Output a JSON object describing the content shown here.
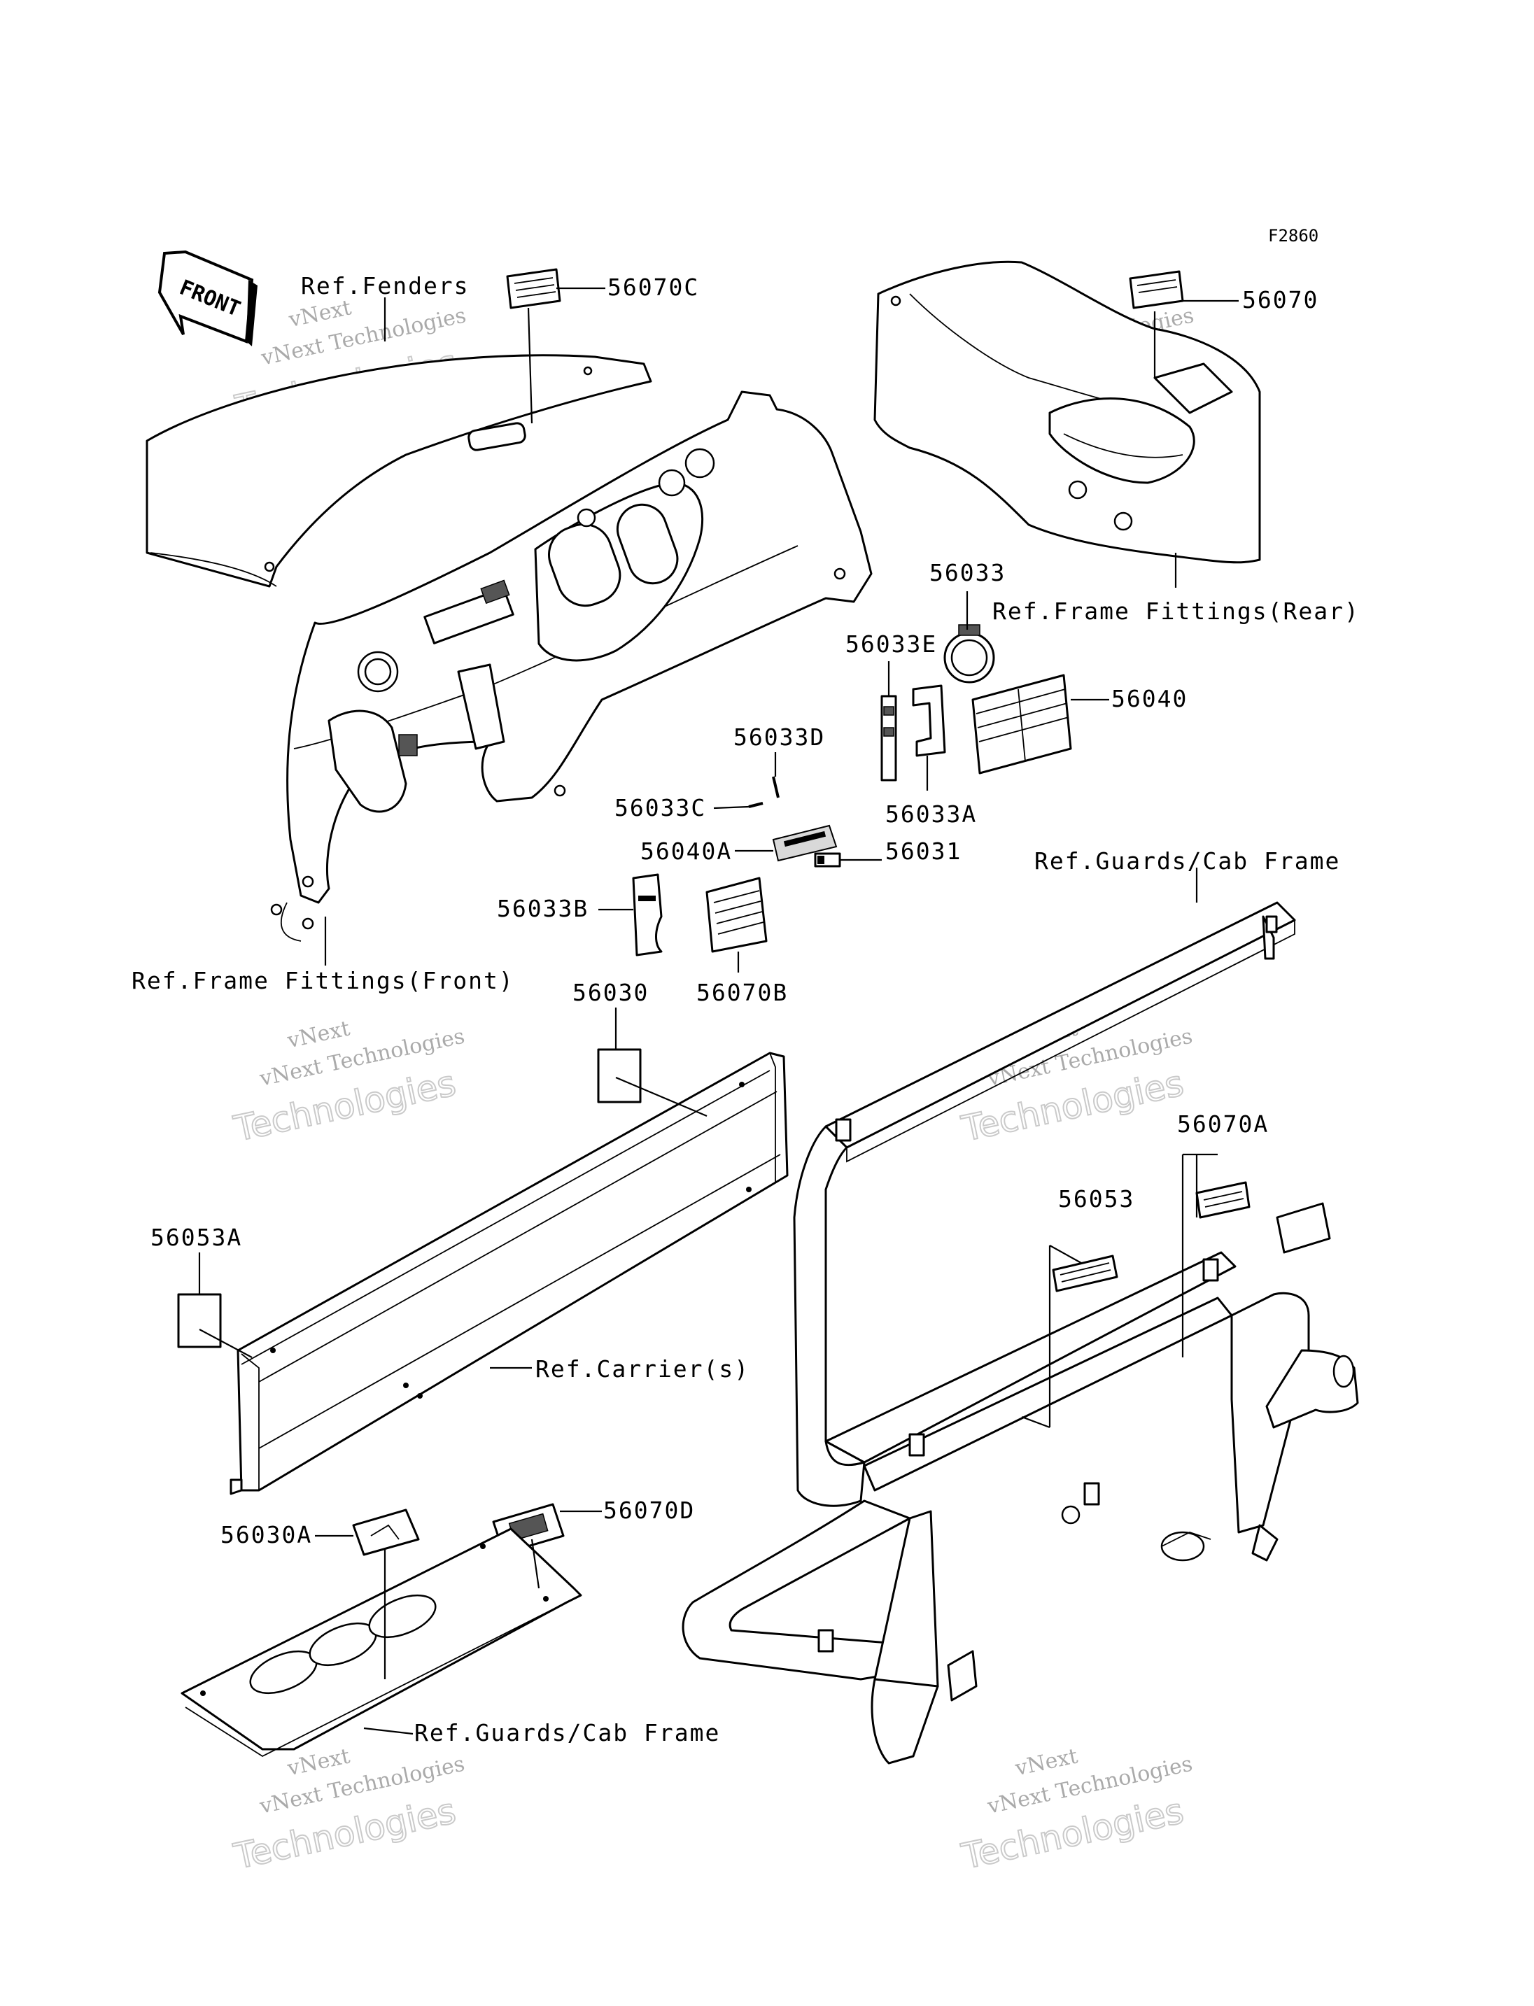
{
  "figure_code": "F2860",
  "front_marker": "FRONT",
  "watermark": {
    "line1": "vNext",
    "line2": "vNext Technologies",
    "line3": "Technologies"
  },
  "labels": {
    "ref_fenders": "Ref.Fenders",
    "p56070C": "56070C",
    "p56070": "56070",
    "p56033": "56033",
    "ref_frame_rear": "Ref.Frame Fittings(Rear)",
    "p56033E": "56033E",
    "p56040": "56040",
    "p56033D": "56033D",
    "p56033C": "56033C",
    "p56033A": "56033A",
    "p56040A": "56040A",
    "p56031": "56031",
    "ref_guards_cab_top": "Ref.Guards/Cab Frame",
    "p56033B": "56033B",
    "ref_frame_front": "Ref.Frame Fittings(Front)",
    "p56030": "56030",
    "p56070B": "56070B",
    "p56070A": "56070A",
    "p56053": "56053",
    "p56053A": "56053A",
    "ref_carrier": "Ref.Carrier(s)",
    "p56070D": "56070D",
    "p56030A": "56030A",
    "ref_guards_cab_bottom": "Ref.Guards/Cab Frame"
  }
}
